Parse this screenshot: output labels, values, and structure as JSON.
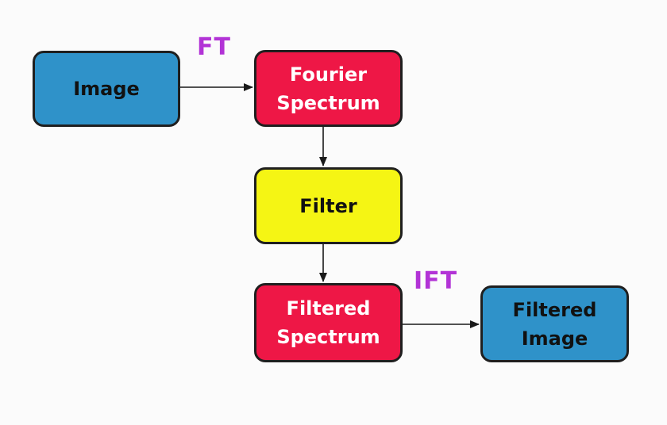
{
  "nodes": {
    "image": "Image",
    "fourier_spectrum": "Fourier\nSpectrum",
    "filter": "Filter",
    "filtered_spectrum": "Filtered\nSpectrum",
    "filtered_image": "Filtered\nImage"
  },
  "edge_labels": {
    "ft": "FT",
    "ift": "IFT"
  },
  "colors": {
    "blue_box": "#2f92c9",
    "red_box": "#ee1746",
    "yellow_box": "#f5f514",
    "label_purple": "#b233d6",
    "border": "#1f1f1f"
  }
}
